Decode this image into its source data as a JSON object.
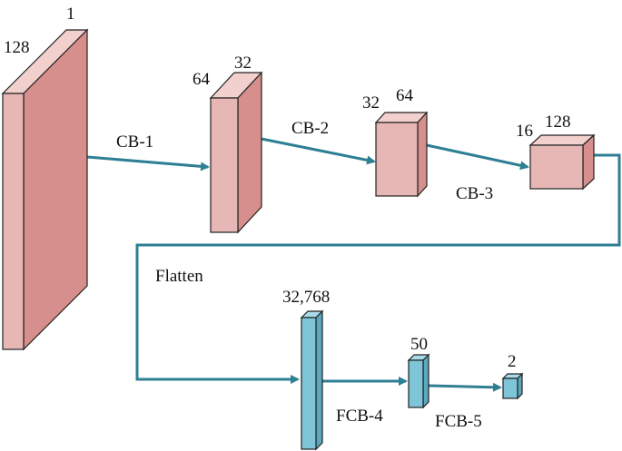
{
  "colors": {
    "conv_front": "#e6b7b5",
    "conv_side": "#d68f8c",
    "conv_top": "#f2d0ce",
    "fc_front": "#7fc5d8",
    "fc_side": "#5aa9bf",
    "fc_top": "#a7dbe8",
    "edge": "#222222",
    "arrow": "#2e7f94"
  },
  "layers": {
    "input": {
      "width_label": "1",
      "height_label": "128"
    },
    "cb1": {
      "width_label": "32",
      "height_label": "64"
    },
    "cb2": {
      "width_label": "64",
      "height_label": "32"
    },
    "cb3": {
      "width_label": "128",
      "height_label": "16"
    },
    "fc_flat": {
      "size_label": "32,768"
    },
    "fc4": {
      "size_label": "50"
    },
    "fc5": {
      "size_label": "2"
    }
  },
  "connections": {
    "cb1": "CB-1",
    "cb2": "CB-2",
    "cb3": "CB-3",
    "flatten": "Flatten",
    "fcb4": "FCB-4",
    "fcb5": "FCB-5"
  }
}
